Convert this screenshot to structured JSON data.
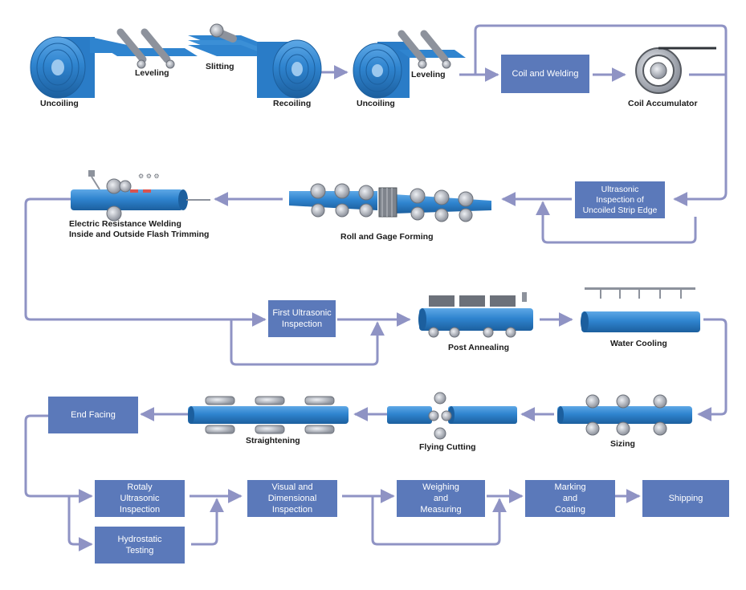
{
  "colors": {
    "box_fill": "#5b79ba",
    "box_text": "#ffffff",
    "connector": "#8f93c4",
    "pipe": "#2f84cf",
    "roller": "#a8acb6",
    "label": "#1a1a1a"
  },
  "stages": {
    "uncoiling_1": "Uncoiling",
    "leveling_1": "Leveling",
    "slitting": "Slitting",
    "recoiling": "Recoiling",
    "uncoiling_2": "Uncoiling",
    "leveling_2": "Leveling",
    "coil_accumulator": "Coil Accumulator",
    "erw_line1": "Electric Resistance Welding",
    "erw_line2": "Inside and Outside Flash Trimming",
    "roll_gage_forming": "Roll and Gage Forming",
    "post_annealing": "Post Annealing",
    "water_cooling": "Water Cooling",
    "straightening": "Straightening",
    "flying_cutting": "Flying Cutting",
    "sizing": "Sizing"
  },
  "boxes": {
    "coil_welding": "Coil and Welding",
    "ultrasonic_strip": "Ultrasonic\nInspection of\nUncoiled Strip Edge",
    "first_ultrasonic": "First Ultrasonic\nInspection",
    "end_facing": "End Facing",
    "rotary_ultrasonic": "Rotaly\nUltrasonic\nInspection",
    "hydrostatic": "Hydrostatic\nTesting",
    "visual_dimensional": "Visual and\nDimensional\nInspection",
    "weighing": "Weighing\nand\nMeasuring",
    "marking": "Marking\nand\nCoating",
    "shipping": "Shipping"
  }
}
